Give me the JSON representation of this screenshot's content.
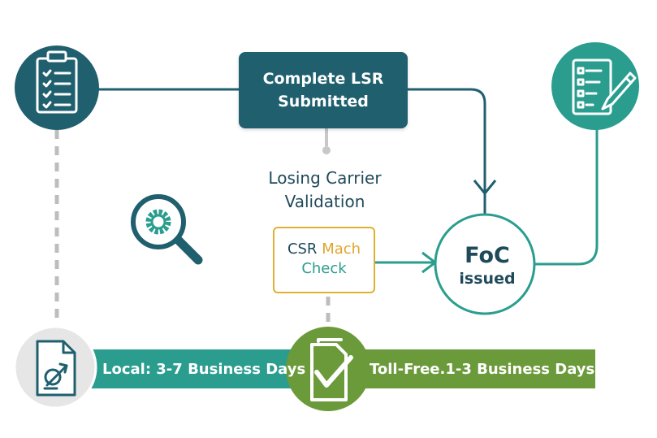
{
  "nodes": {
    "lsr_line1": "Complete LSR",
    "lsr_line2": "Submitted",
    "validation_line1": "Losing Carrier",
    "validation_line2": "Validation",
    "csr_word": "CSR",
    "mach_word": "Mach",
    "check_word": "Check",
    "foc_word": "FoC",
    "issued_word": "issued"
  },
  "timelines": {
    "local": "Local: 3-7 Business Days",
    "toll_free": "Toll-Free.1-3 Business Days"
  },
  "colors": {
    "dark_teal": "#1f5f6e",
    "teal": "#2a9d8f",
    "gold": "#e0b033",
    "green": "#6b9a3a",
    "gray_dash": "#bdbdbd"
  },
  "icons": [
    "clipboard-checklist-icon",
    "checklist-pencil-icon",
    "gear-magnifier-icon",
    "document-chart-icon",
    "document-checkmark-icon"
  ]
}
